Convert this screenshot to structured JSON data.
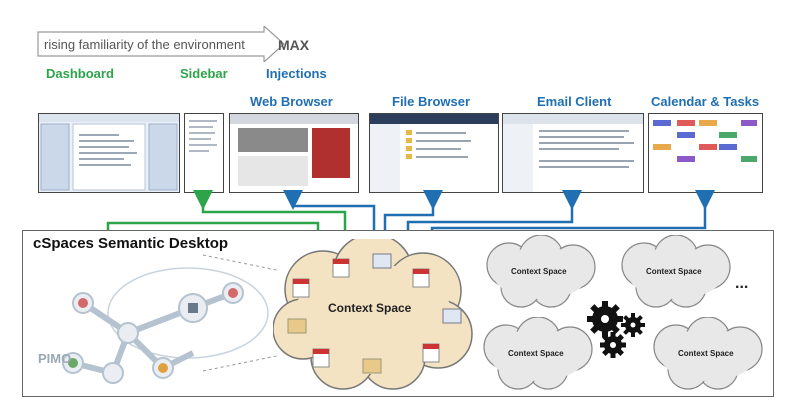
{
  "header": {
    "familiarity_label": "rising familiarity of the environment",
    "max_label": "MAX"
  },
  "categories": {
    "dashboard": "Dashboard",
    "sidebar": "Sidebar",
    "injections": "Injections"
  },
  "apps": {
    "web_browser": "Web Browser",
    "file_browser": "File Browser",
    "email_client": "Email Client",
    "calendar_tasks": "Calendar & Tasks"
  },
  "desktop": {
    "title": "cSpaces Semantic Desktop",
    "pimo_label": "PIMO",
    "main_space_label": "Context Space",
    "small_space_label": "Context Space",
    "more_label": "..."
  },
  "colors": {
    "green": "#2ea44a",
    "blue": "#1f6fb2"
  }
}
